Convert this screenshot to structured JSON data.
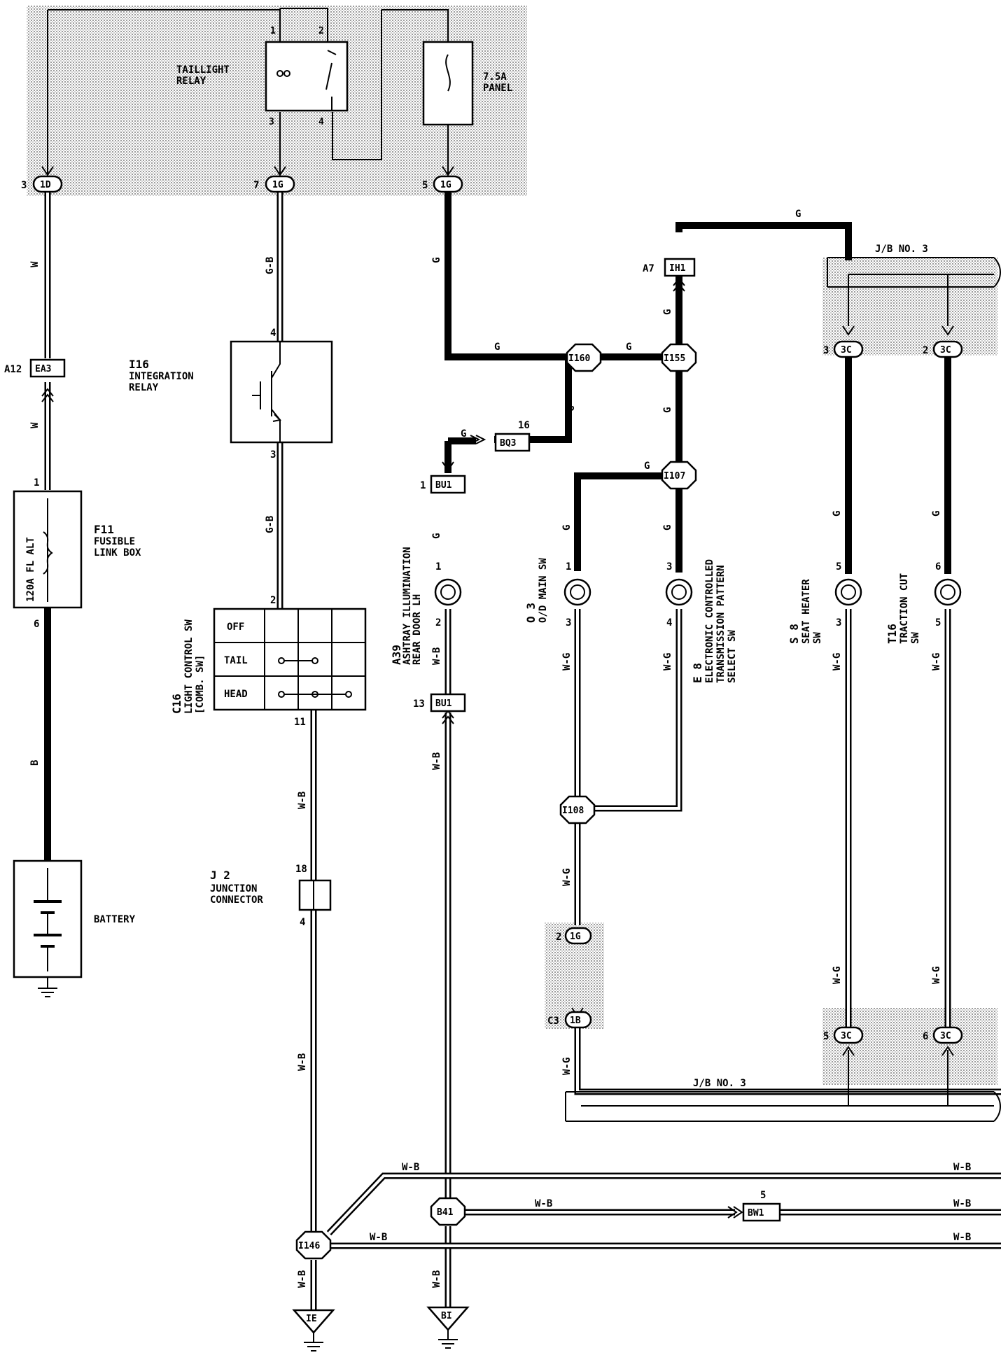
{
  "top_block": {
    "taillight_relay": "TAILLIGHT\nRELAY",
    "panel_fuse": "7.5A\nPANEL",
    "pin1": "1",
    "pin2": "2",
    "pin3": "3",
    "pin4": "4"
  },
  "connectors": {
    "c_1d": {
      "pin": "3",
      "id": "1D"
    },
    "c_1g_7": {
      "pin": "7",
      "id": "1G"
    },
    "c_1g_5": {
      "pin": "5",
      "id": "1G"
    },
    "ea3": {
      "pin": "A12",
      "id": "EA3"
    },
    "ih1": {
      "pin": "A7",
      "id": "IH1"
    },
    "bq3": {
      "pin": "16",
      "id": "BQ3"
    },
    "bu1_top": {
      "pin": "1",
      "id": "BU1"
    },
    "bu1_bot": {
      "pin": "13",
      "id": "BU1"
    },
    "c3c_3": {
      "pin": "3",
      "id": "3C"
    },
    "c3c_2": {
      "pin": "2",
      "id": "3C"
    },
    "c3c_5": {
      "pin": "5",
      "id": "3C"
    },
    "c3c_6": {
      "pin": "6",
      "id": "3C"
    },
    "c1g_2": {
      "pin": "2",
      "id": "1G"
    },
    "c1b_c3": {
      "pin": "C3",
      "id": "1B"
    },
    "bw1": {
      "pin": "5",
      "id": "BW1"
    }
  },
  "junctions": {
    "i160": "I160",
    "i155": "I155",
    "i107": "I107",
    "i108": "I108",
    "i146": "I146",
    "b41": "B41"
  },
  "grounds": {
    "ie": "IE",
    "bi": "BI"
  },
  "components": {
    "f11": {
      "code": "F11",
      "name": "FUSIBLE\nLINK BOX",
      "fuse": "120A FL ALT",
      "pin_top": "1",
      "pin_bot": "6"
    },
    "battery": "BATTERY",
    "i16": {
      "code": "I16",
      "name": "INTEGRATION\nRELAY",
      "pin_top": "4",
      "pin_bot": "3"
    },
    "c16": {
      "code": "C16",
      "name": "LIGHT CONTROL SW",
      "sub": "[COMB. SW]",
      "pin_top": "2",
      "pin_bot": "11",
      "rows": [
        "OFF",
        "TAIL",
        "HEAD"
      ]
    },
    "j2": {
      "code": "J 2",
      "name": "JUNCTION\nCONNECTOR",
      "pin_top": "18",
      "pin_bot": "4"
    },
    "a39": {
      "code": "A39",
      "name": "ASHTRAY ILLUMINATION",
      "sub": "REAR DOOR LH",
      "pin_top": "1",
      "pin_bot": "2"
    },
    "o3": {
      "code": "O 3",
      "name": "O/D MAIN SW",
      "pin_top": "1",
      "pin_bot": "3"
    },
    "e8": {
      "code": "E 8",
      "name": "ELECTRONIC CONTROLLED",
      "sub1": "TRANSMISSION PATTERN",
      "sub2": "SELECT SW",
      "pin_top": "3",
      "pin_bot": "4"
    },
    "s8": {
      "code": "S 8",
      "name": "SEAT HEATER",
      "sub": "SW",
      "pin_top": "5",
      "pin_bot": "3"
    },
    "t16": {
      "code": "T16",
      "name": "TRACTION CUT",
      "sub": "SW",
      "pin_top": "6",
      "pin_bot": "5"
    }
  },
  "jb3": "J/B NO. 3",
  "wire_colors": {
    "w": "W",
    "b": "B",
    "g": "G",
    "gb": "G-B",
    "wb": "W-B",
    "wg": "W-G"
  }
}
